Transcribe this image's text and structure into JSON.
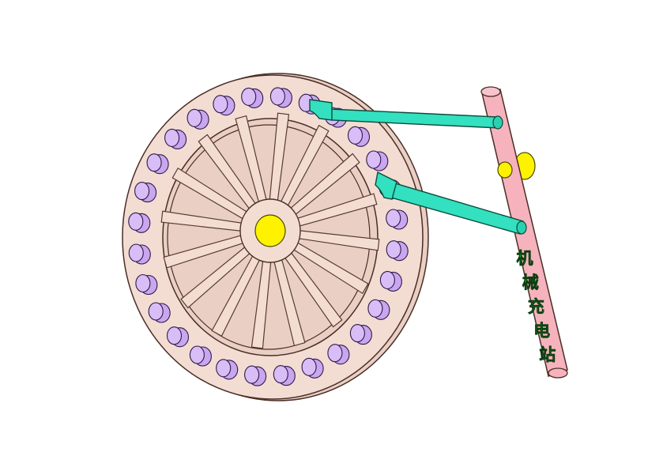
{
  "diagram": {
    "lever_text": [
      "机",
      "械",
      "充",
      "电",
      "站"
    ],
    "wheel": {
      "spokes": 16,
      "pegs": 28
    },
    "colors": {
      "wood": "#f3ddd2",
      "wood_outline": "#5a3a30",
      "peg": "#c9a6ee",
      "peg_top": "#d9bdf6",
      "hub": "#fff200",
      "rod": "#33e0c0",
      "lever": "#f6b3bd",
      "label": "#1faa2a"
    }
  }
}
